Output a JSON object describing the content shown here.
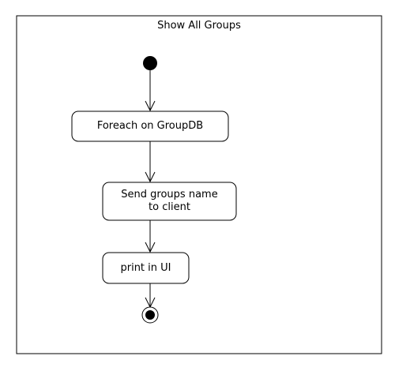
{
  "diagram": {
    "title": "Show All Groups",
    "nodes": [
      {
        "id": "start",
        "type": "initial"
      },
      {
        "id": "foreach",
        "type": "action",
        "label": "Foreach on GroupDB"
      },
      {
        "id": "send",
        "type": "action",
        "label_lines": [
          "Send groups name",
          "to client"
        ]
      },
      {
        "id": "print",
        "type": "action",
        "label": "print in UI"
      },
      {
        "id": "end",
        "type": "final"
      }
    ],
    "edges": [
      {
        "from": "start",
        "to": "foreach"
      },
      {
        "from": "foreach",
        "to": "send"
      },
      {
        "from": "send",
        "to": "print"
      },
      {
        "from": "print",
        "to": "end"
      }
    ],
    "colors": {
      "stroke": "#000000",
      "fill": "#ffffff",
      "text": "#000000"
    }
  }
}
